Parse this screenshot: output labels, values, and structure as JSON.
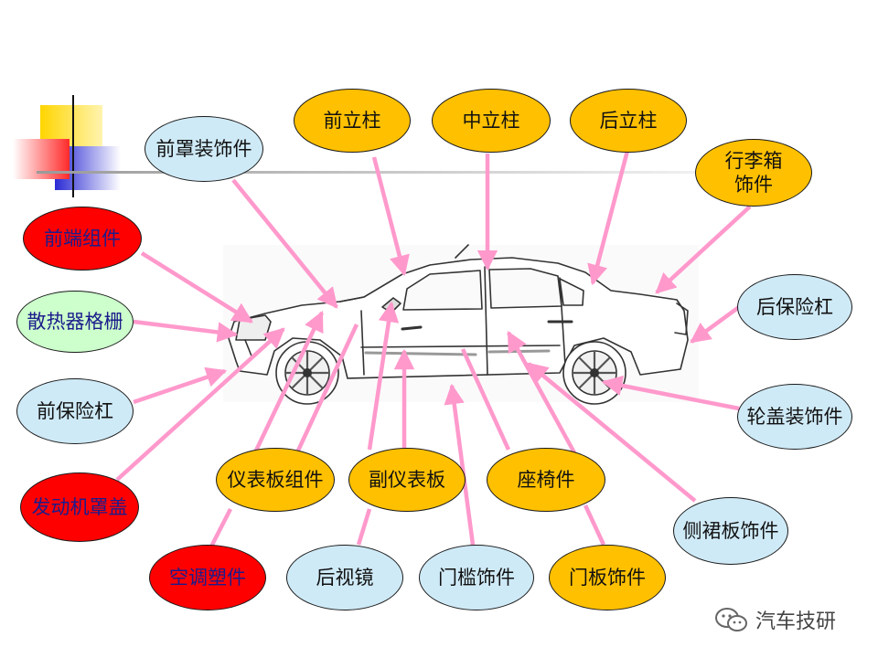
{
  "colors": {
    "yellow": "#ffc000",
    "light_blue": "#cfeaf7",
    "red": "#ff0000",
    "light_green": "#ccffcc",
    "arrow": "#ff99cc"
  },
  "labels": {
    "front_pillar": "前立柱",
    "center_pillar": "中立柱",
    "rear_pillar": "后立柱",
    "hood_trim": "前罩装饰件",
    "trunk_trim_1": "行李箱",
    "trunk_trim_2": "饰件",
    "front_end_module": "前端组件",
    "radiator_grille": "散热器格栅",
    "front_bumper": "前保险杠",
    "rear_bumper": "后保险杠",
    "wheel_cover": "轮盖装饰件",
    "engine_cover": "发动机罩盖",
    "instrument_panel": "仪表板组件",
    "console": "副仪表板",
    "seat": "座椅件",
    "side_skirt": "侧裙板饰件",
    "ac_parts": "空调塑件",
    "mirror": "后视镜",
    "door_sill": "门槛饰件",
    "door_panel": "门板饰件"
  },
  "watermark": "汽车技研"
}
